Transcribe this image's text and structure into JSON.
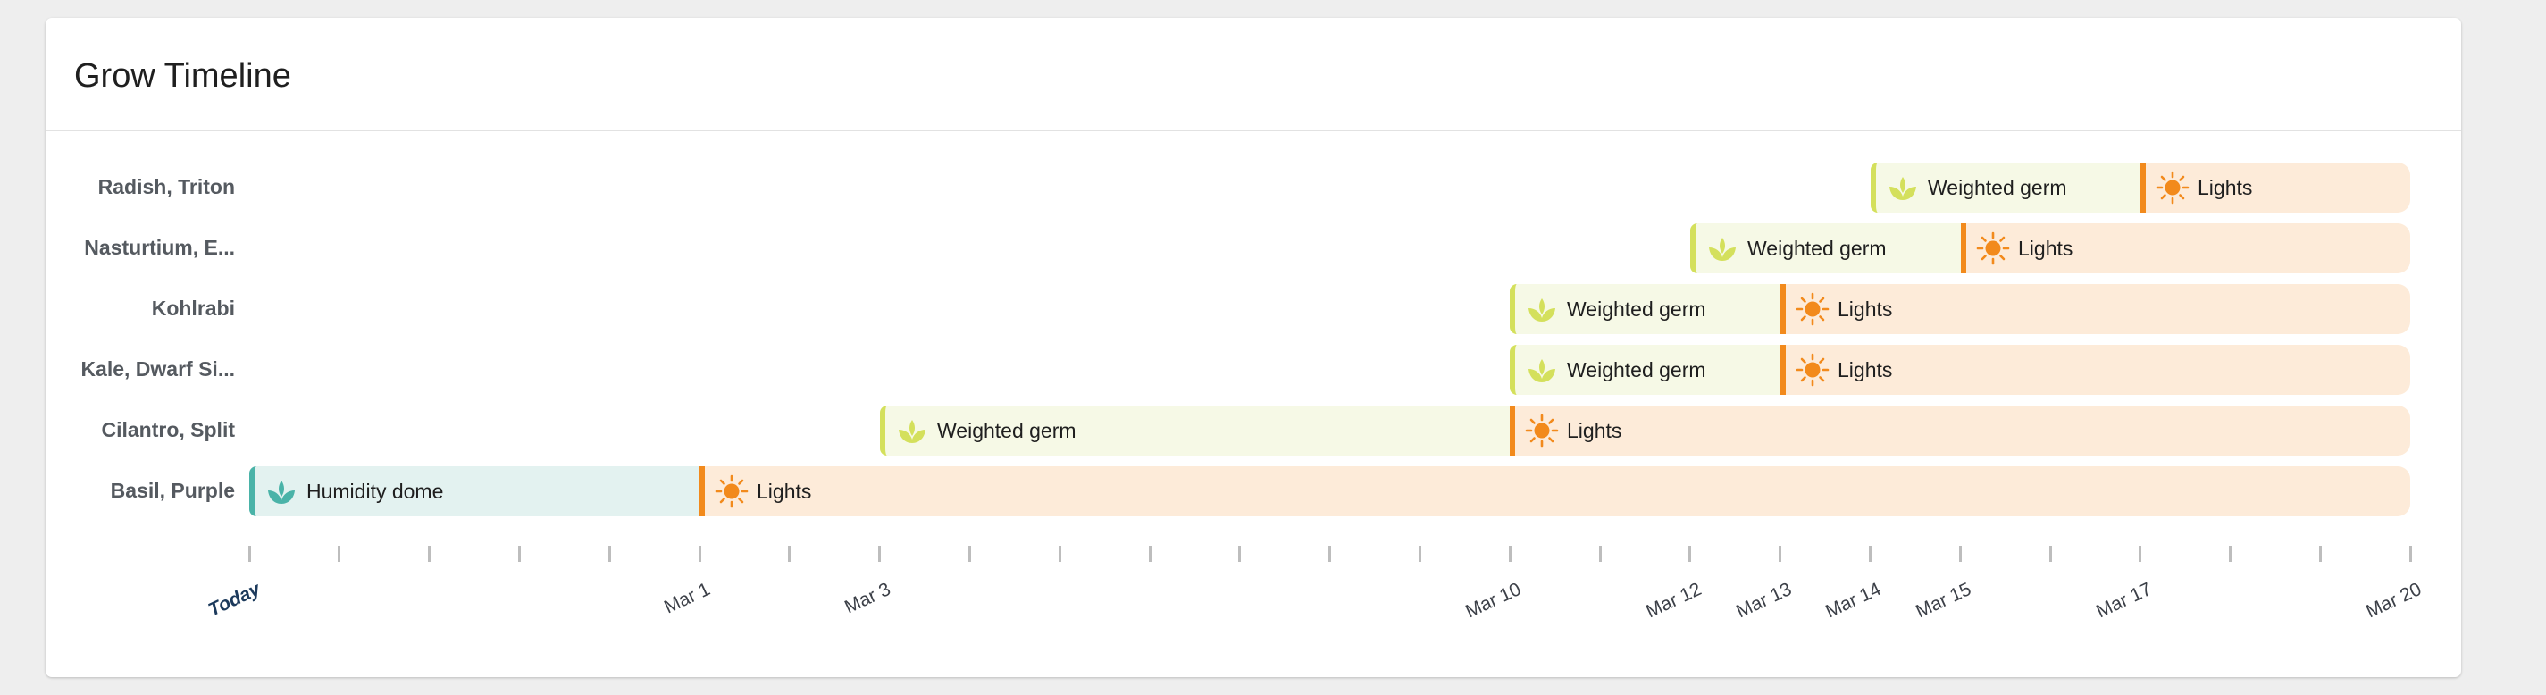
{
  "card": {
    "title": "Grow Timeline"
  },
  "rows": [
    {
      "label": "Radish, Triton",
      "phases": [
        {
          "kind": "germ",
          "label": "Weighted germ",
          "icon": "sprout-icon"
        },
        {
          "kind": "lights",
          "label": "Lights",
          "icon": "sun-icon"
        }
      ]
    },
    {
      "label": "Nasturtium, E...",
      "phases": [
        {
          "kind": "germ",
          "label": "Weighted germ",
          "icon": "sprout-icon"
        },
        {
          "kind": "lights",
          "label": "Lights",
          "icon": "sun-icon"
        }
      ]
    },
    {
      "label": "Kohlrabi",
      "phases": [
        {
          "kind": "germ",
          "label": "Weighted germ",
          "icon": "sprout-icon"
        },
        {
          "kind": "lights",
          "label": "Lights",
          "icon": "sun-icon"
        }
      ]
    },
    {
      "label": "Kale, Dwarf Si...",
      "phases": [
        {
          "kind": "germ",
          "label": "Weighted germ",
          "icon": "sprout-icon"
        },
        {
          "kind": "lights",
          "label": "Lights",
          "icon": "sun-icon"
        }
      ]
    },
    {
      "label": "Cilantro, Split",
      "phases": [
        {
          "kind": "germ",
          "label": "Weighted germ",
          "icon": "sprout-icon"
        },
        {
          "kind": "lights",
          "label": "Lights",
          "icon": "sun-icon"
        }
      ]
    },
    {
      "label": "Basil, Purple",
      "phases": [
        {
          "kind": "dome",
          "label": "Humidity dome",
          "icon": "sprout-icon"
        },
        {
          "kind": "lights",
          "label": "Lights",
          "icon": "sun-icon"
        }
      ]
    }
  ],
  "axis": {
    "labels": [
      "Today",
      "Mar 1",
      "Mar 3",
      "Mar 10",
      "Mar 12",
      "Mar 13",
      "Mar 14",
      "Mar 15",
      "Mar 17",
      "Mar 20"
    ]
  },
  "colors": {
    "germ_accent": "#d4e05c",
    "germ_fill": "#f6f9e6",
    "dome_accent": "#4ab3a8",
    "dome_fill": "#e3f2f0",
    "lights_accent": "#f28a1c",
    "lights_fill": "#fdebd9"
  }
}
